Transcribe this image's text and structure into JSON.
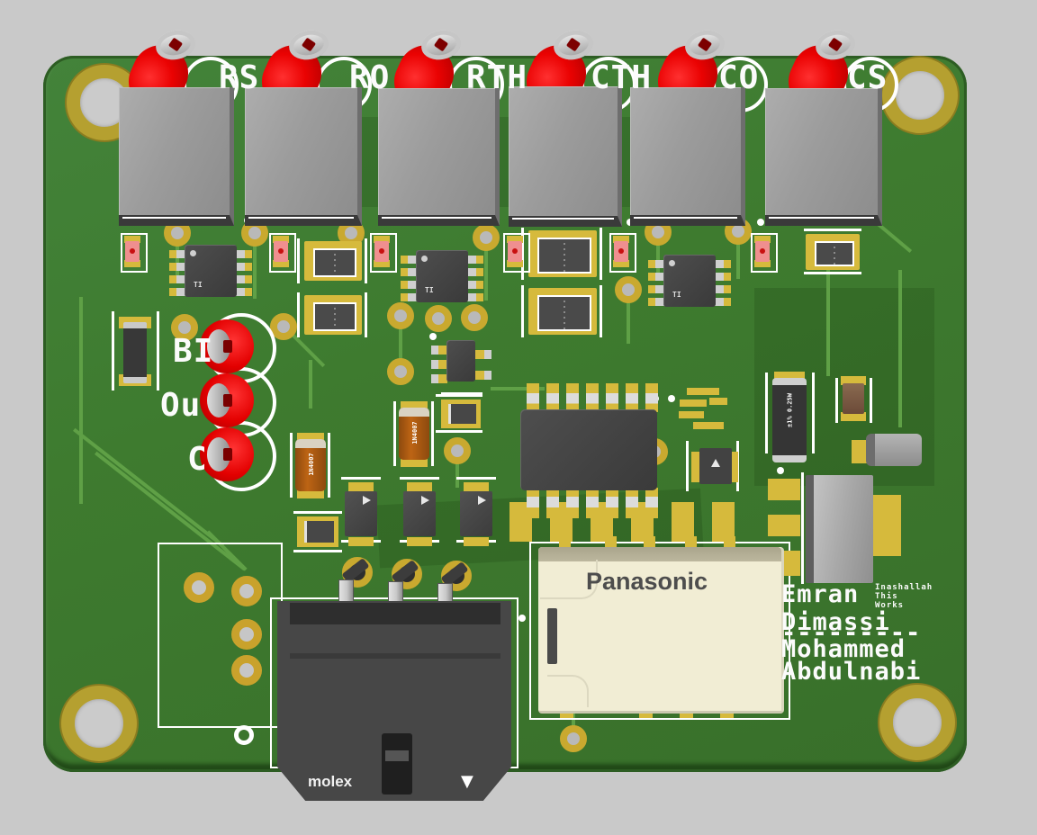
{
  "scene": {
    "type": "pcb-3d-render",
    "background_color": "#c9c9c9",
    "board_color": "#3e7b2f",
    "trace_color": "#5fa046",
    "pad_color": "#d6ba3c",
    "silkscreen_color": "#ffffff",
    "jack_color": "#ea0202"
  },
  "board": {
    "top_labels": [
      "RS",
      "RO",
      "RTH",
      "CTH",
      "CO",
      "CS"
    ],
    "led_labels": [
      "BI",
      "Ou",
      "C"
    ],
    "silkscreen_text": {
      "author1_line1": "Emran",
      "author1_line2": "Dimassi",
      "divider": "---------",
      "author2_line1": "Mohammed",
      "author2_line2": "Abdulnabi",
      "note_line1": "Inashallah",
      "note_line2": "This",
      "note_line3": "Works"
    },
    "components": {
      "relay_brand": "Panasonic",
      "connector_brand": "molex",
      "connector_arrow": "▼",
      "diode_marking": "1N4007",
      "resistor_marking": "±1% 0.25W",
      "ic_brand": "TI",
      "counts": {
        "banana_jacks": 6,
        "relay_cubes": 6,
        "indicator_leds": 3,
        "soic8_ics": 3,
        "mounting_holes": 4
      }
    }
  }
}
